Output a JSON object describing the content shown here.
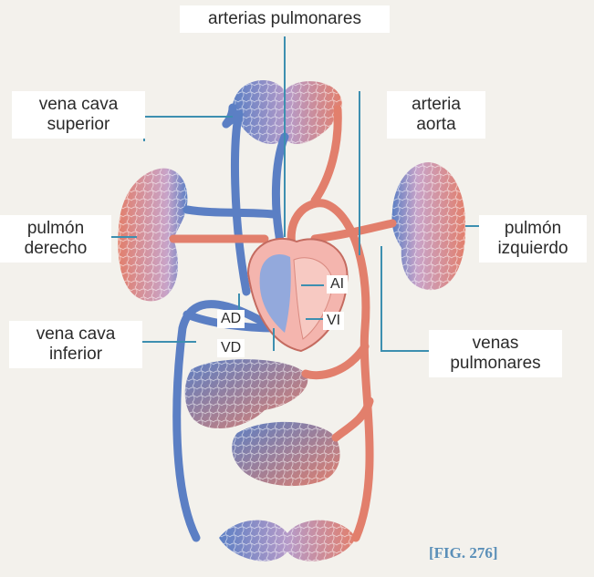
{
  "labels": {
    "arterias_pulmonares": "arterias pulmonares",
    "vena_cava_superior": [
      "vena cava",
      "superior"
    ],
    "arteria_aorta": [
      "arteria",
      "aorta"
    ],
    "pulmon_derecho": [
      "pulmón",
      "derecho"
    ],
    "pulmon_izquierdo": [
      "pulmón",
      "izquierdo"
    ],
    "vena_cava_inferior": [
      "vena cava",
      "inferior"
    ],
    "venas_pulmonares": [
      "venas",
      "pulmonares"
    ],
    "ai": "AI",
    "ad": "AD",
    "vi": "VI",
    "vd": "VD"
  },
  "figure_ref": "[FIG. 276]",
  "colors": {
    "vein_blue": "#5b7fc4",
    "artery_red": "#e27f6c",
    "heart": "#f4b5ae",
    "heart_blue": "#93a9dc",
    "label_bg": "#ffffff",
    "leader": "#3d8fb0",
    "figure_ref": "#5a8fb8"
  }
}
